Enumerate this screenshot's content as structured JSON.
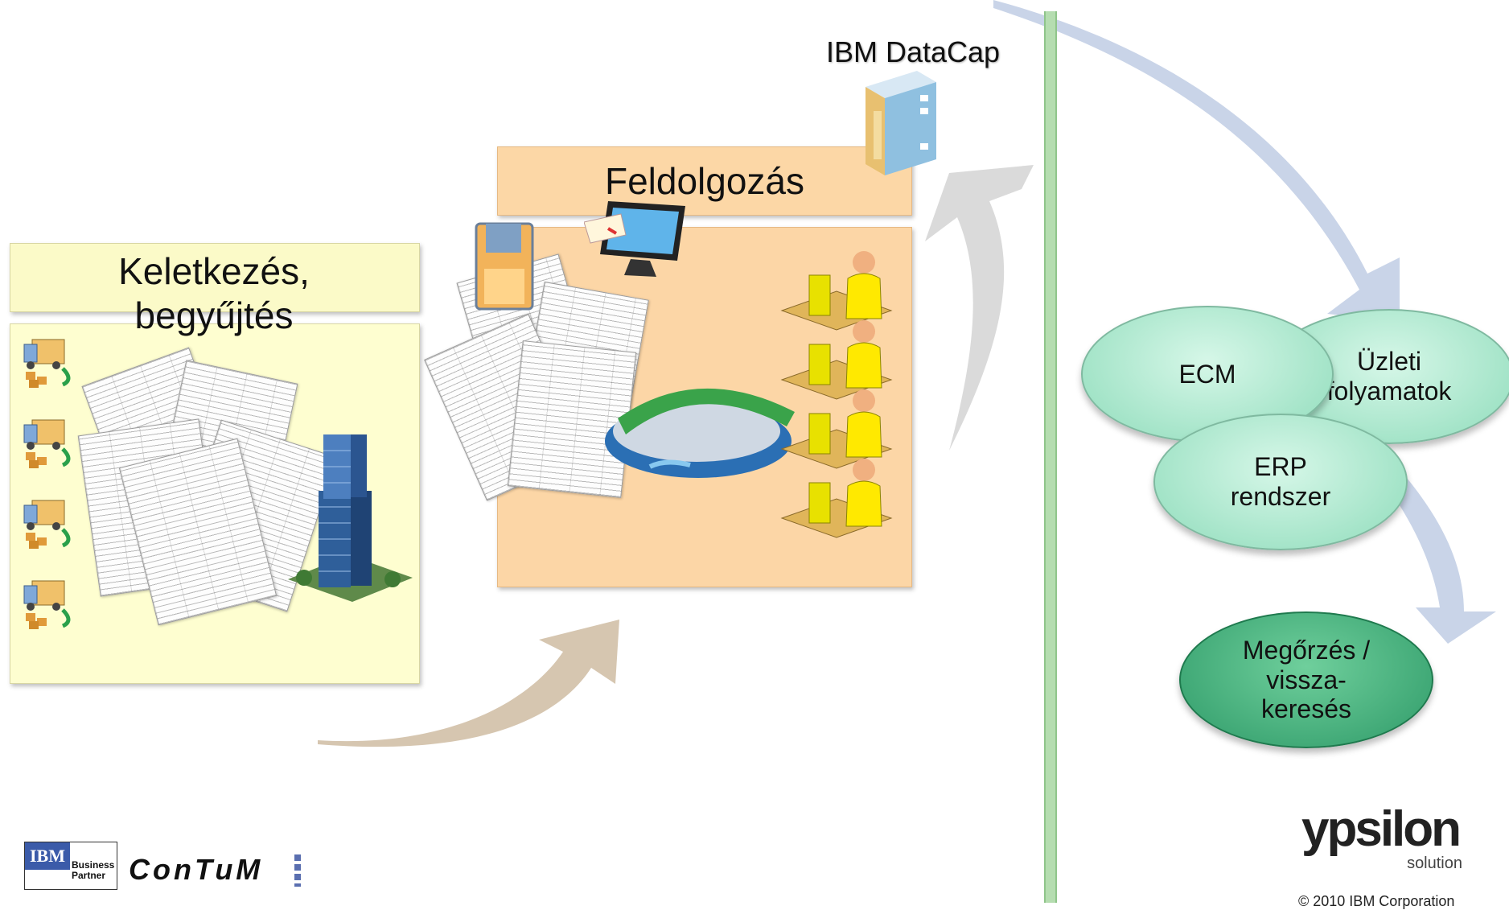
{
  "labels": {
    "datacap": "IBM DataCap",
    "processing": "Feldolgozás",
    "collection": "Keletkezés,\nbegyűjtés",
    "ecm": "ECM",
    "business": "Üzleti\nfolyamatok",
    "erp": "ERP\nrendszer",
    "archive": "Megőrzés /\nvissza-\nkeresés",
    "copyright": "© 2010 IBM Corporation"
  },
  "logos": {
    "ibm": "IBM",
    "ibm_partner": "Business\nPartner",
    "contum": "ConTuM",
    "ypsilon": "ypsilon",
    "ypsilon_sub": "solution"
  },
  "colors": {
    "collection_fill": "#fefed0",
    "collection_title_fill": "#fbfac8",
    "processing_fill": "#fcd6a6",
    "processing_title_fill": "#fcd7a6",
    "divider": "#a8d8a0",
    "ellipse_light": "#a9e7cc",
    "ellipse_dark": "#2e9a68",
    "flow_arrow_blue": "#c7d3e8",
    "flow_arrow_tan": "#d8c9b5",
    "flow_arrow_gray": "#dcdcdc"
  },
  "icons": [
    "truck-icon",
    "document-stack-icon",
    "office-building-icon",
    "floppy-disk-icon",
    "computer-monitor-icon",
    "scanner-icon",
    "workstation-operator-icon",
    "server-icon"
  ]
}
